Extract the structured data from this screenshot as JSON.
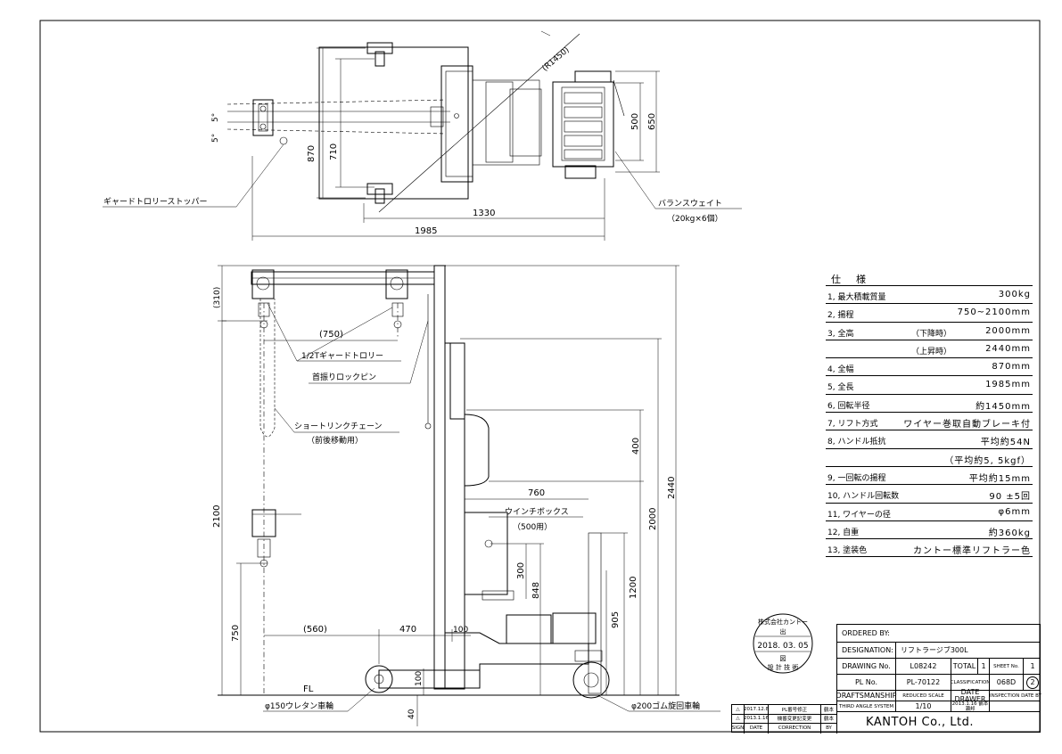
{
  "drawing": {
    "plan_view": {
      "dims": {
        "d1985": "1985",
        "d1330": "1330",
        "d870": "870",
        "d710": "710",
        "d500": "500",
        "d650": "650",
        "radius": "(R1450)",
        "ang1": "5°",
        "ang2": "5°"
      },
      "labels": {
        "stopper": "ギャードトロリーストッパー",
        "balance_weight": "バランスウェイト",
        "balance_weight_sub": "（20kg×6個）"
      }
    },
    "side_view": {
      "dims": {
        "d310": "(310)",
        "d750top": "(750)",
        "d400": "400",
        "d760": "760",
        "d2440": "2440",
        "d2100": "2100",
        "d2000": "2000",
        "d300": "300",
        "d848": "848",
        "d1200": "1200",
        "d905": "905",
        "d750": "750",
        "d560": "(560)",
        "d470": "470",
        "d100a": "100",
        "d100b": "100",
        "d40": "40"
      },
      "labels": {
        "trolley": "1/2Tギャードトロリー",
        "lockpin": "首振りロックピン",
        "chain": "ショートリンクチェーン",
        "chain_sub": "（前後移動用）",
        "winch": "ウインチボックス",
        "winch_sub": "（500用）",
        "fl": "FL",
        "wheel150": "φ150ウレタン車輪",
        "wheel200": "φ200ゴム旋回車輪"
      }
    },
    "stamp": {
      "top": "株式会社カントー",
      "mid_top": "出",
      "date": "2018. 03. 05",
      "mid_bottom": "図",
      "bottom": "設 計 技 術"
    }
  },
  "specs": {
    "title": "仕　様",
    "rows": [
      {
        "label": "1, 最大積載質量",
        "mid": "",
        "value": "300kg"
      },
      {
        "label": "2, 揚程",
        "mid": "",
        "value": "750~2100mm"
      },
      {
        "label": "3, 全高",
        "mid": "（下降時）",
        "value": "2000mm"
      },
      {
        "label": "",
        "mid": "（上昇時）",
        "value": "2440mm"
      },
      {
        "label": "4, 全幅",
        "mid": "",
        "value": "870mm"
      },
      {
        "label": "5, 全長",
        "mid": "",
        "value": "1985mm"
      },
      {
        "label": "6, 回転半径",
        "mid": "",
        "value": "約1450mm"
      },
      {
        "label": "7, リフト方式",
        "mid": "",
        "value": "ワイヤー巻取自動ブレーキ付"
      },
      {
        "label": "8, ハンドル抵抗",
        "mid": "",
        "value": "平均約54N"
      },
      {
        "label": "",
        "mid": "",
        "value": "（平均約5, 5kgf）"
      },
      {
        "label": "9, 一回転の揚程",
        "mid": "",
        "value": "平均約15mm"
      },
      {
        "label": "10, ハンドル回転数",
        "mid": "",
        "value": "90 ±5回"
      },
      {
        "label": "11, ワイヤーの径",
        "mid": "",
        "value": "φ6mm"
      },
      {
        "label": "12, 自重",
        "mid": "",
        "value": "約360kg"
      },
      {
        "label": "13, 塗装色",
        "mid": "",
        "value": "カントー標準リフトラー色"
      }
    ]
  },
  "title_block": {
    "ordered_by_label": "ORDERED BY:",
    "ordered_by": "",
    "designation_label": "DESIGNATION:",
    "designation": "リフトラージブ300L",
    "drawing_no_label": "DRAWING No.",
    "drawing_no": "L08242",
    "total_label": "TOTAL",
    "total": "1",
    "sheet_label": "SHEET No.",
    "sheet": "1",
    "pl_no_label": "PL No.",
    "pl_no": "PL-70122",
    "classification_label": "CLASSIFICATION",
    "classification": "068D",
    "classification_mark": "2",
    "draftsmanship_label": "DRAFTSMANSHIP",
    "reduced_scale_label": "REDUCED SCALE",
    "date_drawer_label": "DATE DRAWER",
    "inspection_label": "INSPECTION DATE BY",
    "third_angle": "THIRD ANGLE SYSTEM",
    "scale": "1/10",
    "date_drawer": "2013.1.16 鶴本瀬邦",
    "company": "KANTOH Co., Ltd."
  },
  "revisions": {
    "rows": [
      {
        "mark": "△",
        "date": "2017.12.8",
        "correction": "PL番号修正",
        "by": "鶴本"
      },
      {
        "mark": "△",
        "date": "2013.1.16",
        "correction": "機番変更記変更",
        "by": "鶴本"
      }
    ],
    "header": {
      "sign": "SIGN",
      "date": "DATE",
      "correction": "CORRECTION",
      "by": "BY"
    }
  }
}
